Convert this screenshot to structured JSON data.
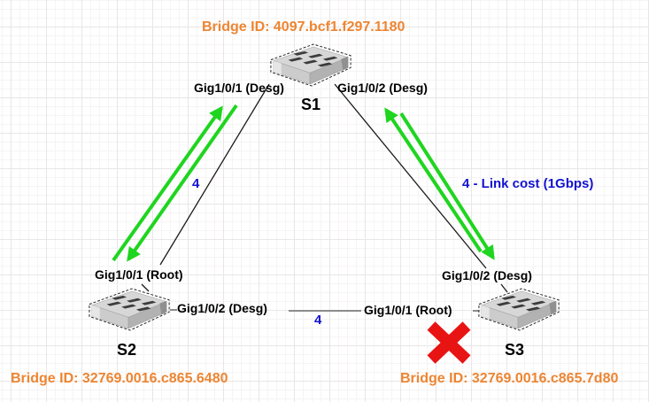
{
  "diagram": {
    "type": "spanning-tree-topology",
    "switches": {
      "s1": {
        "name": "S1",
        "bridge_id": "Bridge ID: 4097.bcf1.f297.1180",
        "port_left": "Gig1/0/1 (Desg)",
        "port_right": "Gig1/0/2 (Desg)"
      },
      "s2": {
        "name": "S2",
        "bridge_id": "Bridge ID: 32769.0016.c865.6480",
        "port_root": "Gig1/0/1 (Root)",
        "port_desg": "Gig1/0/2 (Desg)"
      },
      "s3": {
        "name": "S3",
        "bridge_id": "Bridge ID: 32769.0016.c865.7d80",
        "port_desg": "Gig1/0/2 (Desg)",
        "port_root": "Gig1/0/1 (Root)"
      }
    },
    "links": {
      "s1_s2": {
        "cost": "4"
      },
      "s1_s3": {
        "cost": "4 - Link cost (1Gbps)"
      },
      "s2_s3": {
        "cost": "4",
        "blocked": true
      }
    },
    "colors": {
      "bridge_id_text": "#ed8532",
      "cost_text": "#1212d0",
      "bpdu_arrow": "#1fd51f",
      "blocked_x": "#e81414",
      "link_line": "#1a1a1a",
      "link_line_gray": "#8c8c8c"
    }
  }
}
